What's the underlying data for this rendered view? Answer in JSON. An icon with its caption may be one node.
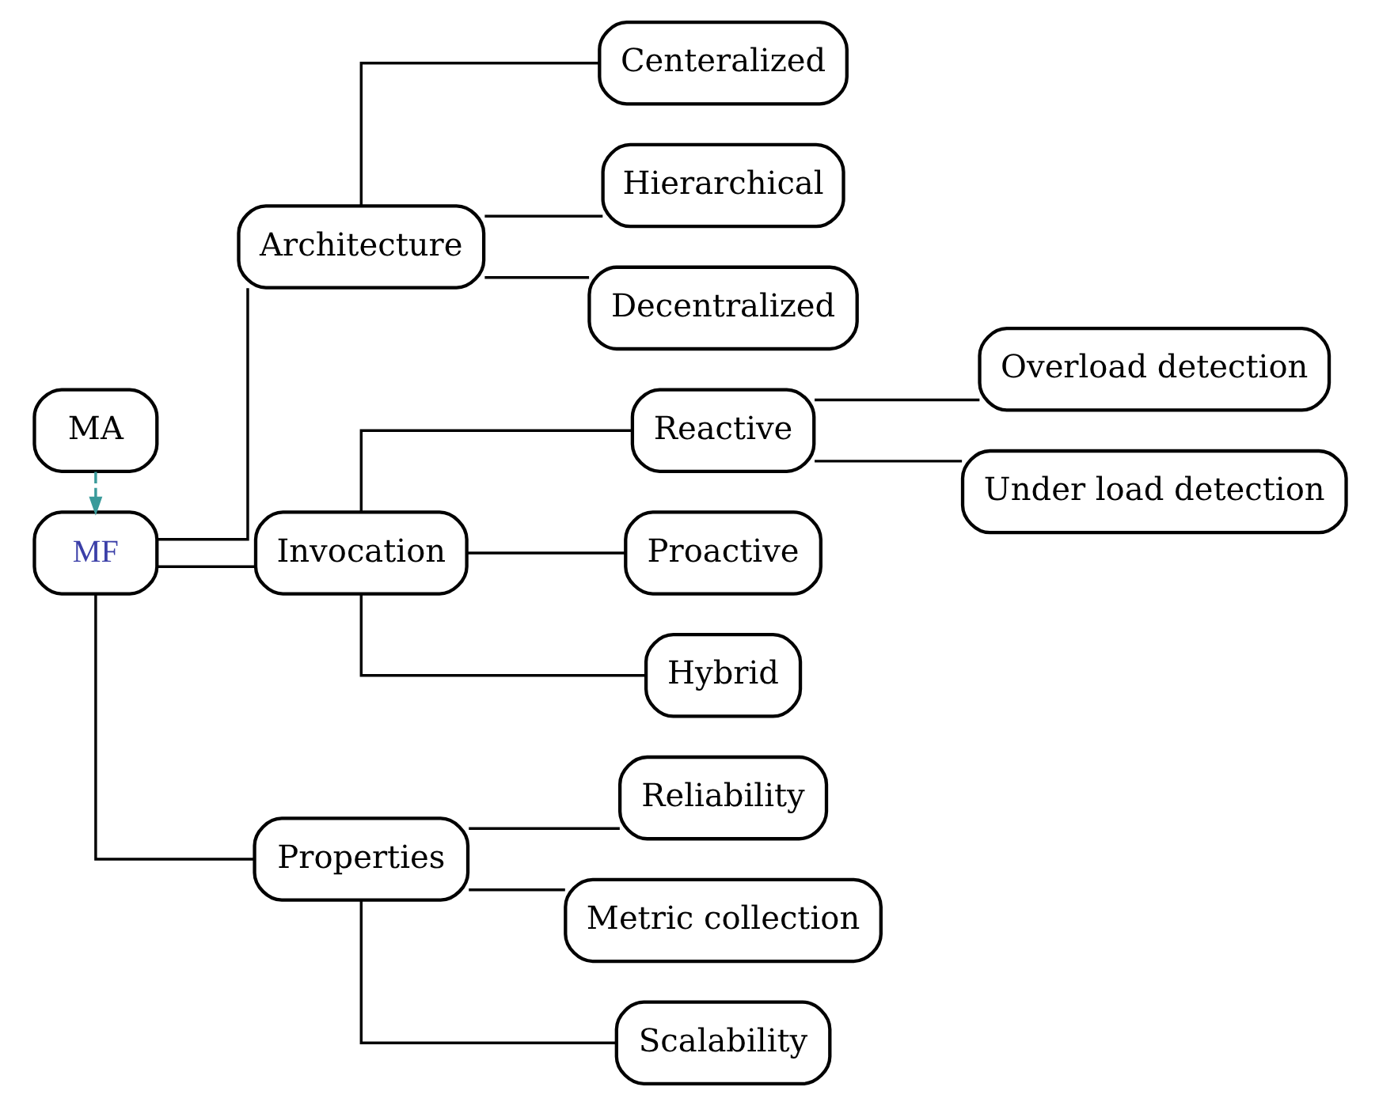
{
  "diagram": {
    "nodes": [
      {
        "text": [
          "MA"
        ]
      },
      {
        "text": [
          "MF"
        ]
      },
      {
        "text": [
          "Architecture"
        ]
      },
      {
        "text": [
          "Centeralized"
        ]
      },
      {
        "text": [
          "Hierarchical"
        ]
      },
      {
        "text": [
          "Decentralized"
        ]
      },
      {
        "text": [
          "Invocation"
        ]
      },
      {
        "text": [
          "Reactive"
        ]
      },
      {
        "text": [
          "Overload detection"
        ]
      },
      {
        "text": [
          "Under load detection"
        ]
      },
      {
        "text": [
          "Proactive"
        ]
      },
      {
        "text": [
          "Hybrid"
        ]
      },
      {
        "text": [
          "Properties"
        ]
      },
      {
        "text": [
          "Reliability"
        ]
      },
      {
        "text": [
          "Metric collection"
        ]
      },
      {
        "text": [
          "Scalability"
        ]
      }
    ],
    "edges": [
      {
        "from": 0,
        "to": 1,
        "arrow": "to",
        "style": "dashed",
        "color": "#3a9a9a"
      },
      {
        "from": 1,
        "to": 2,
        "arrow": "none"
      },
      {
        "from": 1,
        "to": 6,
        "arrow": "none"
      },
      {
        "from": 1,
        "to": 12,
        "arrow": "none"
      },
      {
        "from": 2,
        "to": 3,
        "arrow": "none"
      },
      {
        "from": 2,
        "to": 4,
        "arrow": "none"
      },
      {
        "from": 2,
        "to": 5,
        "arrow": "none"
      },
      {
        "from": 6,
        "to": 7,
        "arrow": "none"
      },
      {
        "from": 6,
        "to": 10,
        "arrow": "none"
      },
      {
        "from": 6,
        "to": 11,
        "arrow": "none"
      },
      {
        "from": 7,
        "to": 8,
        "arrow": "none"
      },
      {
        "from": 7,
        "to": 9,
        "arrow": "none"
      },
      {
        "from": 12,
        "to": 13,
        "arrow": "none"
      },
      {
        "from": 12,
        "to": 14,
        "arrow": "none"
      },
      {
        "from": 12,
        "to": 15,
        "arrow": "none"
      }
    ]
  }
}
